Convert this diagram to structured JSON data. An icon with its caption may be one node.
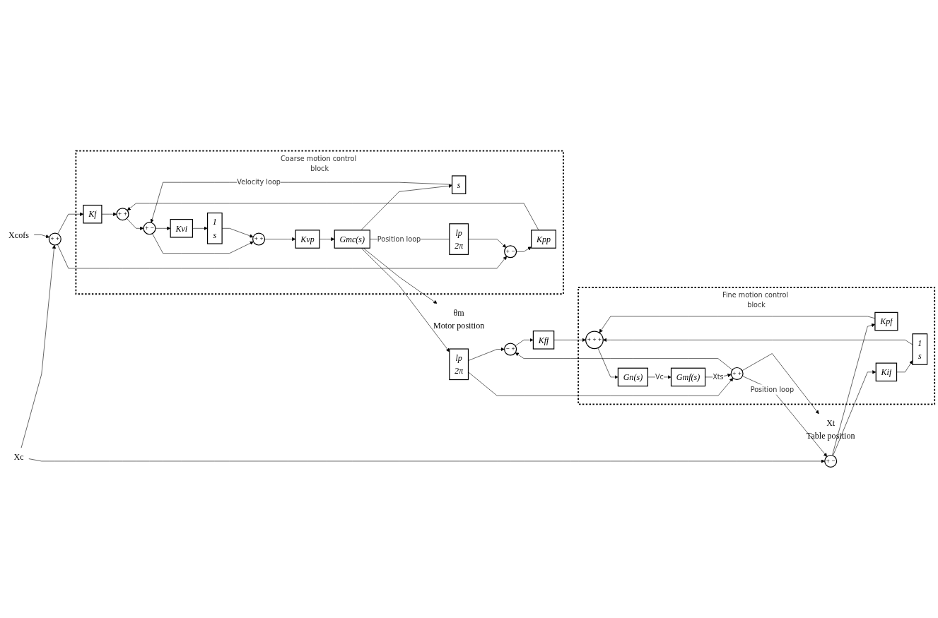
{
  "diagram": {
    "nodes": [
      {
        "text": [
          "Coarse motion control block"
        ]
      },
      {
        "text": [
          "Xcofs"
        ]
      },
      {
        "text": [
          "Kf"
        ],
        "in": 0
      },
      {
        "text": [
          "Xc"
        ]
      },
      {
        "text": [
          "+ +"
        ]
      },
      {
        "text": [
          "+ −"
        ],
        "in": 0
      },
      {
        "text": [
          "Kpp"
        ],
        "in": 0
      },
      {
        "text": [
          "+ +"
        ],
        "in": 0
      },
      {
        "text": [
          "+ −"
        ],
        "in": 0
      },
      {
        "text": [
          "Kvi"
        ],
        "in": 0
      },
      {
        "text": [
          "1",
          "s"
        ],
        "in": 0
      },
      {
        "text": [
          "+ +"
        ],
        "in": 0
      },
      {
        "text": [
          "Kvp"
        ],
        "in": 0
      },
      {
        "text": [
          "Gmc(s)"
        ],
        "in": 0
      },
      {
        "text": [
          "θm"
        ],
        "beside": [
          "Motor position"
        ]
      },
      {
        "text": [
          "s"
        ],
        "in": 0
      },
      {
        "text": [
          "lp",
          "2π"
        ],
        "in": 0
      },
      {
        "text": [
          "lp",
          "2π"
        ]
      },
      {
        "text": [
          "Kff"
        ]
      },
      {
        "text": [
          "− +"
        ]
      },
      {
        "text": [
          "Fine motion control block"
        ]
      },
      {
        "text": [
          "+ −"
        ]
      },
      {
        "text": [
          "Kpf"
        ],
        "in": 20
      },
      {
        "text": [
          "+ + +"
        ],
        "in": 20
      },
      {
        "text": [
          "Gn(s)"
        ],
        "in": 20
      },
      {
        "text": [
          "Gmf(s)"
        ],
        "in": 20
      },
      {
        "text": [
          "+ +"
        ],
        "in": 20
      },
      {
        "text": [
          "Xt"
        ],
        "beside": [
          "Table position"
        ]
      },
      {
        "text": [
          "Kif"
        ],
        "in": 20
      },
      {
        "text": [
          "1",
          "s"
        ],
        "in": 20
      }
    ],
    "edges": [
      {
        "from": 3,
        "to": 4,
        "arrow": "to"
      },
      {
        "from": 3,
        "to": 21,
        "arrow": "to"
      },
      {
        "from": 1,
        "to": 4,
        "arrow": "to"
      },
      {
        "from": 4,
        "to": 2,
        "arrow": "to"
      },
      {
        "from": 4,
        "to": 5,
        "arrow": "to"
      },
      {
        "from": 5,
        "to": 6,
        "arrow": "to"
      },
      {
        "from": 6,
        "to": 7,
        "arrow": "to"
      },
      {
        "from": 2,
        "to": 7,
        "arrow": "to"
      },
      {
        "from": 7,
        "to": 8,
        "arrow": "to"
      },
      {
        "from": 8,
        "to": 9,
        "arrow": "to"
      },
      {
        "from": 8,
        "to": 11,
        "arrow": "to"
      },
      {
        "from": 9,
        "to": 10,
        "arrow": "to"
      },
      {
        "from": 10,
        "to": 11,
        "arrow": "to"
      },
      {
        "from": 11,
        "to": 12,
        "arrow": "to"
      },
      {
        "from": 12,
        "to": 13,
        "arrow": "to"
      },
      {
        "from": 13,
        "to": 14,
        "arrow": "to"
      },
      {
        "from": 13,
        "to": 15,
        "arrow": "to"
      },
      {
        "from": 15,
        "to": 8,
        "label": "Velocity loop",
        "arrow": "to"
      },
      {
        "from": 13,
        "to": 16,
        "label": "Position loop",
        "arrow": "none"
      },
      {
        "from": 16,
        "to": 5,
        "arrow": "to"
      },
      {
        "from": 13,
        "to": 17,
        "arrow": "to"
      },
      {
        "from": 17,
        "to": 19,
        "arrow": "to"
      },
      {
        "from": 17,
        "to": 26,
        "arrow": "to"
      },
      {
        "from": 19,
        "to": 18,
        "arrow": "to"
      },
      {
        "from": 18,
        "to": 23,
        "arrow": "to"
      },
      {
        "from": 21,
        "to": 22,
        "arrow": "to"
      },
      {
        "from": 21,
        "to": 28,
        "arrow": "to"
      },
      {
        "from": 22,
        "to": 23,
        "arrow": "to"
      },
      {
        "from": 28,
        "to": 29,
        "arrow": "to"
      },
      {
        "from": 29,
        "to": 23,
        "arrow": "to"
      },
      {
        "from": 23,
        "to": 24,
        "arrow": "to"
      },
      {
        "from": 24,
        "to": 25,
        "label": "Vc",
        "arrow": "to"
      },
      {
        "from": 25,
        "to": 26,
        "label": "Xts",
        "arrow": "to"
      },
      {
        "from": 26,
        "to": 27,
        "arrow": "to"
      },
      {
        "from": 26,
        "to": 19,
        "arrow": "to"
      },
      {
        "from": 26,
        "to": 21,
        "label": "Position loop",
        "arrow": "to"
      }
    ]
  }
}
